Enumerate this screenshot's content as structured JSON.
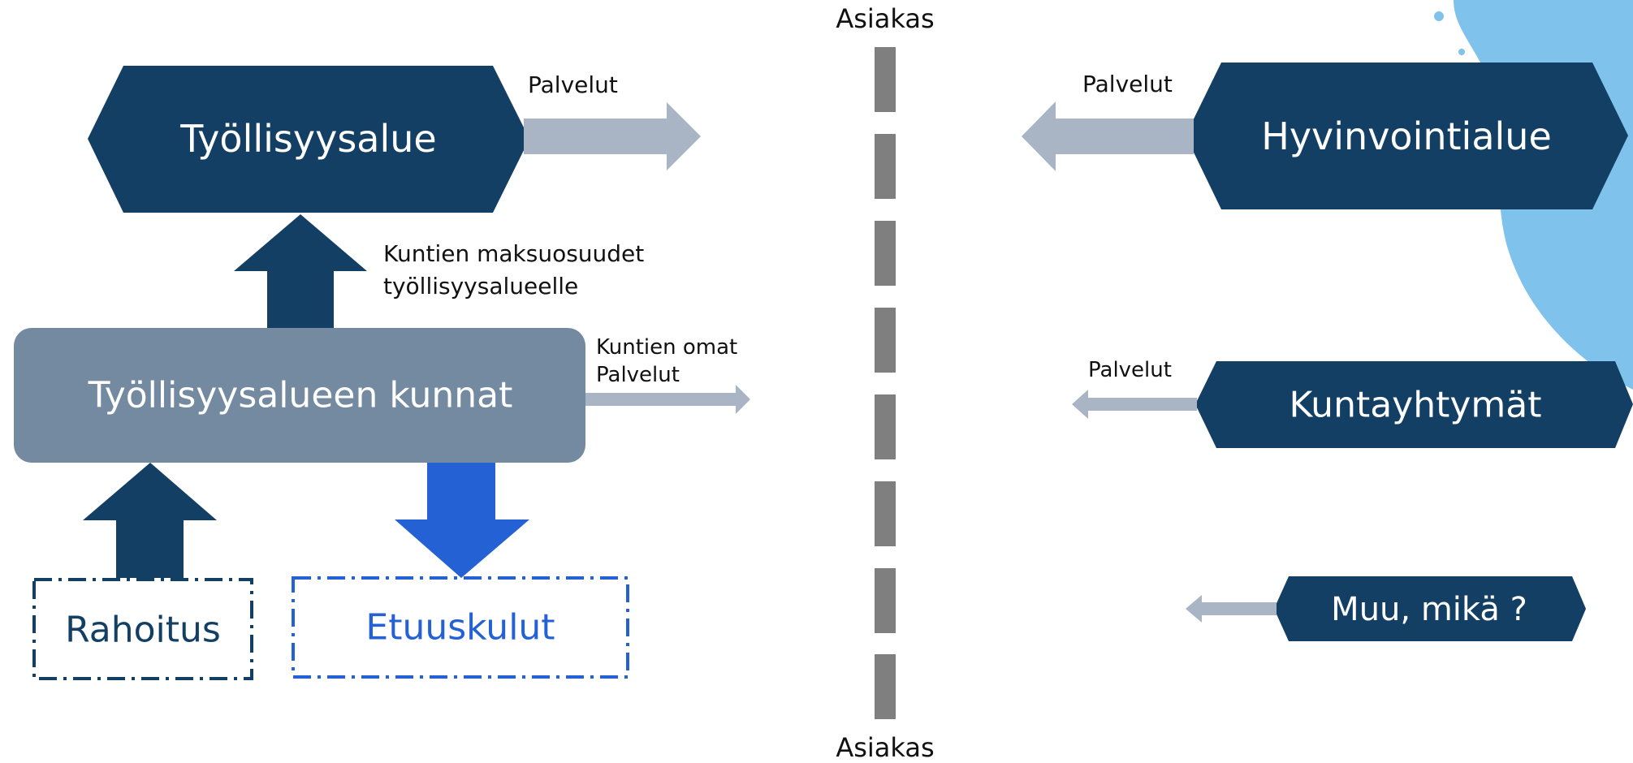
{
  "customer_label_top": "Asiakas",
  "customer_label_bottom": "Asiakas",
  "left": {
    "employment_area": "Työllisyysalue",
    "services_label": "Palvelut",
    "municipal_payments_line1": "Kuntien maksuosuudet",
    "municipal_payments_line2": "työllisyysalueelle",
    "municipalities_box": "Työllisyysalueen kunnat",
    "own_services_line1": "Kuntien omat",
    "own_services_line2": "Palvelut",
    "funding_box": "Rahoitus",
    "benefit_costs_box": "Etuuskulut"
  },
  "right": {
    "wellbeing_area": "Hyvinvointialue",
    "wellbeing_services_label": "Palvelut",
    "joint_municipal_authorities": "Kuntayhtymät",
    "joint_services_label": "Palvelut",
    "other_box": "Muu, mikä ?"
  },
  "colors": {
    "navy": "#123f63",
    "slate": "#738aa0",
    "blue": "#2361d4",
    "arrow_light": "#a9b5c4",
    "divider": "#7f7f7f",
    "sky": "#7fc2eb"
  }
}
